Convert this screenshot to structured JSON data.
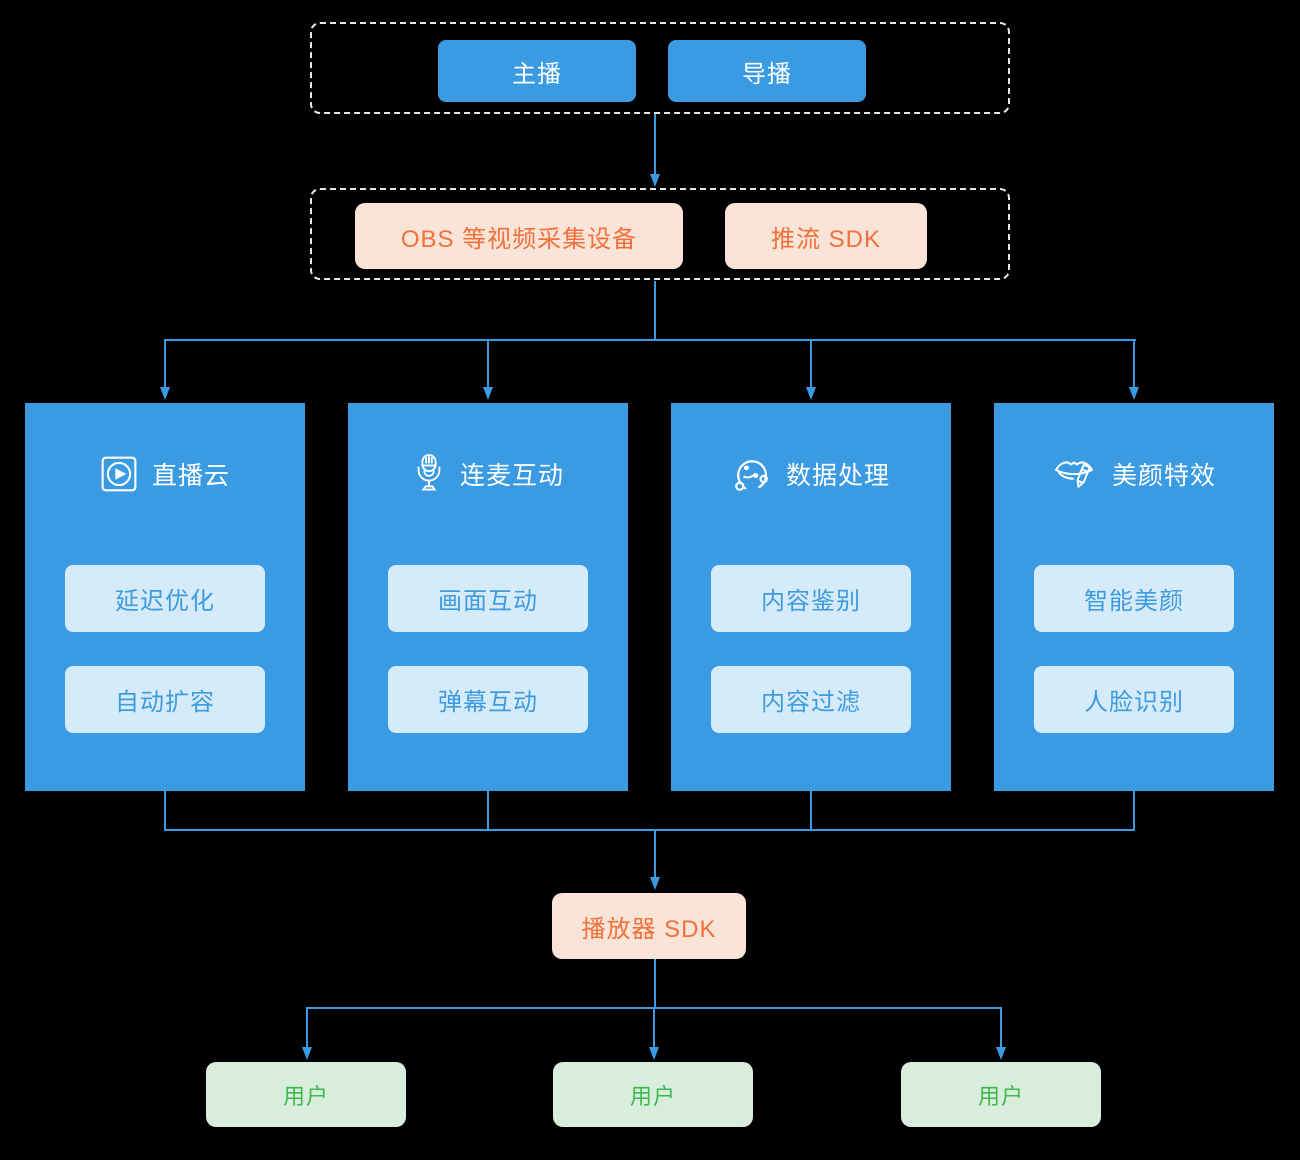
{
  "colors": {
    "accent_blue": "#3a9be3",
    "feature_bg": "#d5ebf9",
    "feature_text": "#3e9be0",
    "pink_bg": "#fae3d7",
    "orange_text": "#f0713c",
    "green_bg": "#d9eddc",
    "green_text": "#3eb84f",
    "dash_border": "#e8e8e8",
    "background": "#000000"
  },
  "sources": {
    "items": [
      {
        "label": "主播"
      },
      {
        "label": "导播"
      }
    ]
  },
  "capture": {
    "items": [
      {
        "label": "OBS 等视频采集设备"
      },
      {
        "label": "推流 SDK"
      }
    ]
  },
  "services": [
    {
      "title": "直播云",
      "icon": "live-play-icon",
      "features": [
        "延迟优化",
        "自动扩容"
      ]
    },
    {
      "title": "连麦互动",
      "icon": "microphone-icon",
      "features": [
        "画面互动",
        "弹幕互动"
      ]
    },
    {
      "title": "数据处理",
      "icon": "data-orbit-icon",
      "features": [
        "内容鉴别",
        "内容过滤"
      ]
    },
    {
      "title": "美颜特效",
      "icon": "beauty-lips-icon",
      "features": [
        "智能美颜",
        "人脸识别"
      ]
    }
  ],
  "player": {
    "label": "播放器 SDK"
  },
  "users": [
    {
      "label": "用户"
    },
    {
      "label": "用户"
    },
    {
      "label": "用户"
    }
  ]
}
